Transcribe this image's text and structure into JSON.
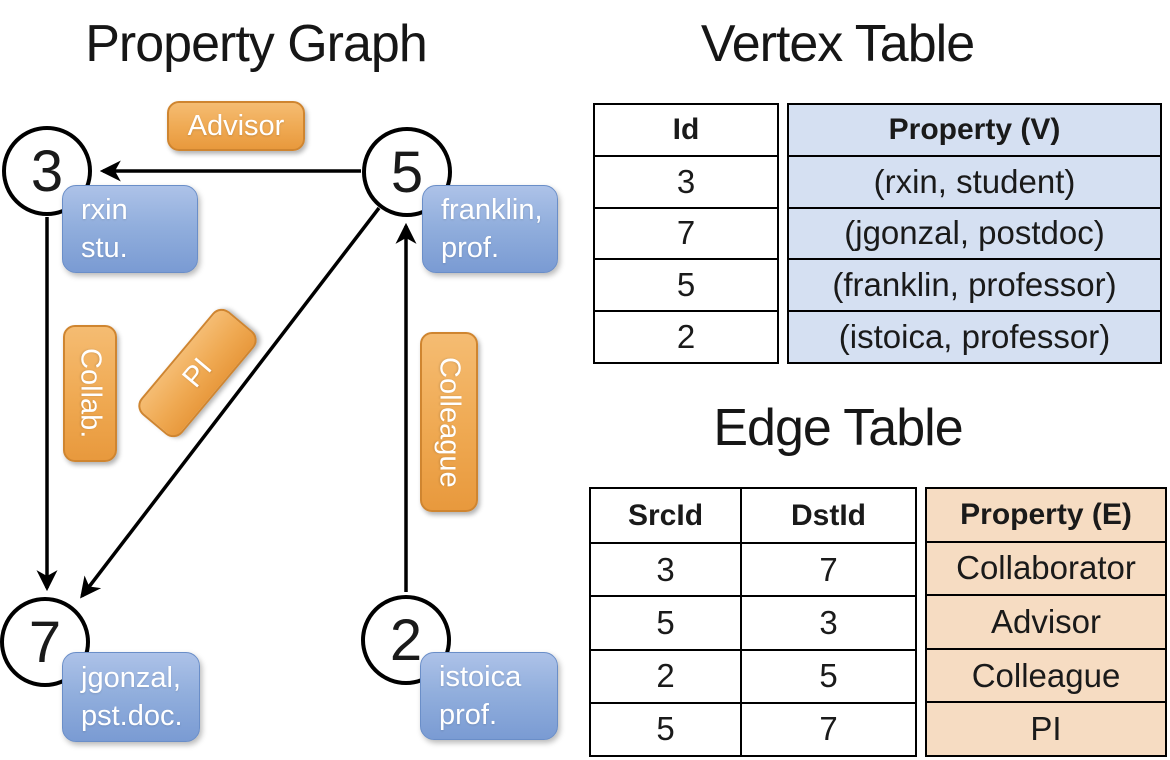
{
  "colors": {
    "edge_label_orange": "#E8993D",
    "vertex_property_blue": "#8FA9DB",
    "vertex_table_fill": "#D5E0F2",
    "edge_table_fill": "#F6DCC2",
    "line_black": "#000000"
  },
  "graph": {
    "title": "Property Graph",
    "nodes": [
      {
        "id": "3",
        "property_lines": [
          "rxin",
          "stu."
        ]
      },
      {
        "id": "5",
        "property_lines": [
          "franklin,",
          "prof."
        ]
      },
      {
        "id": "7",
        "property_lines": [
          "jgonzal,",
          "pst.doc."
        ]
      },
      {
        "id": "2",
        "property_lines": [
          "istoica",
          "prof."
        ]
      }
    ],
    "edge_labels": {
      "advisor": "Advisor",
      "collab": "Collab.",
      "pi": "PI",
      "colleague": "Colleague"
    }
  },
  "vertex_table": {
    "title": "Vertex Table",
    "headers": {
      "id": "Id",
      "property": "Property (V)"
    },
    "rows": [
      {
        "id": "3",
        "property": "(rxin, student)"
      },
      {
        "id": "7",
        "property": "(jgonzal, postdoc)"
      },
      {
        "id": "5",
        "property": "(franklin, professor)"
      },
      {
        "id": "2",
        "property": "(istoica, professor)"
      }
    ]
  },
  "edge_table": {
    "title": "Edge Table",
    "headers": {
      "src": "SrcId",
      "dst": "DstId",
      "property": "Property (E)"
    },
    "rows": [
      {
        "src": "3",
        "dst": "7",
        "property": "Collaborator"
      },
      {
        "src": "5",
        "dst": "3",
        "property": "Advisor"
      },
      {
        "src": "2",
        "dst": "5",
        "property": "Colleague"
      },
      {
        "src": "5",
        "dst": "7",
        "property": "PI"
      }
    ]
  }
}
